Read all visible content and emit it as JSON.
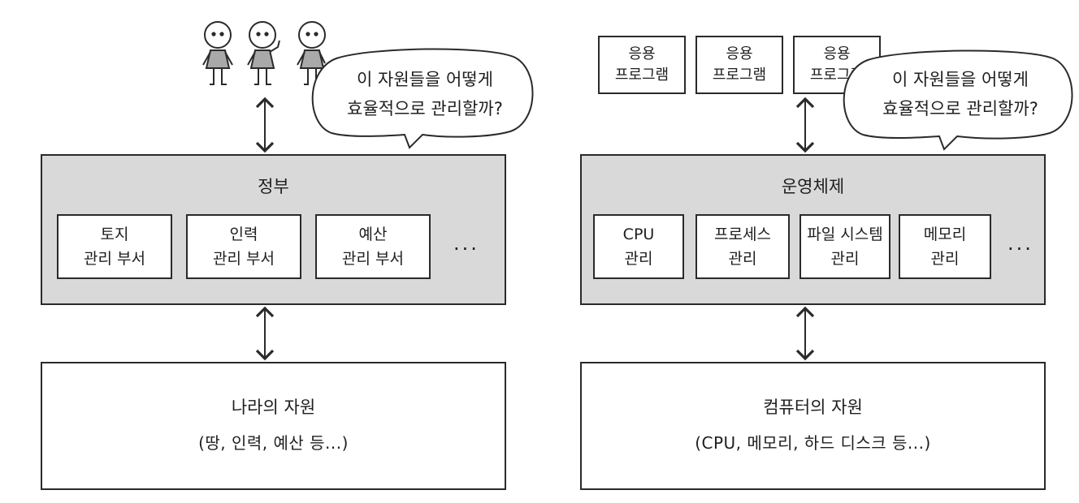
{
  "left": {
    "bubble": {
      "line1": "이 자원들을 어떻게",
      "line2": "효율적으로 관리할까?"
    },
    "org": {
      "title": "정부",
      "departments": [
        {
          "line1": "토지",
          "line2": "관리 부서"
        },
        {
          "line1": "인력",
          "line2": "관리 부서"
        },
        {
          "line1": "예산",
          "line2": "관리 부서"
        }
      ],
      "ellipsis": "..."
    },
    "resources": {
      "title": "나라의 자원",
      "detail": "(땅, 인력, 예산 등...)"
    }
  },
  "right": {
    "apps": [
      {
        "line1": "응용",
        "line2": "프로그램"
      },
      {
        "line1": "응용",
        "line2": "프로그램"
      },
      {
        "line1": "응용",
        "line2": "프로그램"
      }
    ],
    "bubble": {
      "line1": "이 자원들을 어떻게",
      "line2": "효율적으로 관리할까?"
    },
    "os": {
      "title": "운영체제",
      "modules": [
        {
          "line1": "CPU",
          "line2": "관리"
        },
        {
          "line1": "프로세스",
          "line2": "관리"
        },
        {
          "line1": "파일 시스템",
          "line2": "관리"
        },
        {
          "line1": "메모리",
          "line2": "관리"
        }
      ],
      "ellipsis": "..."
    },
    "resources": {
      "title": "컴퓨터의 자원",
      "detail": "(CPU, 메모리, 하드 디스크 등...)"
    }
  }
}
